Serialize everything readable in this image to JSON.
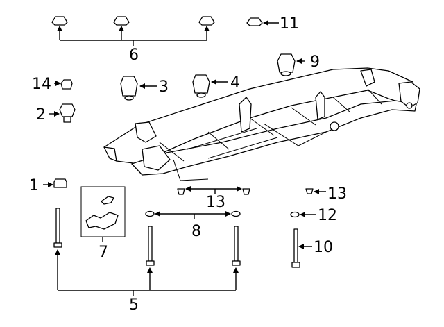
{
  "labels": {
    "c1": "1",
    "c2": "2",
    "c3": "3",
    "c4": "4",
    "c5": "5",
    "c6": "6",
    "c7": "7",
    "c8": "8",
    "c9": "9",
    "c10": "10",
    "c11": "11",
    "c12": "12",
    "c13a": "13",
    "c13b": "13",
    "c14": "14"
  },
  "icons": {
    "frame": "vehicle-frame-icon",
    "mount": "body-mount-icon",
    "bolt": "mount-bolt-icon",
    "washer": "washer-icon",
    "bracket": "bracket-icon"
  }
}
